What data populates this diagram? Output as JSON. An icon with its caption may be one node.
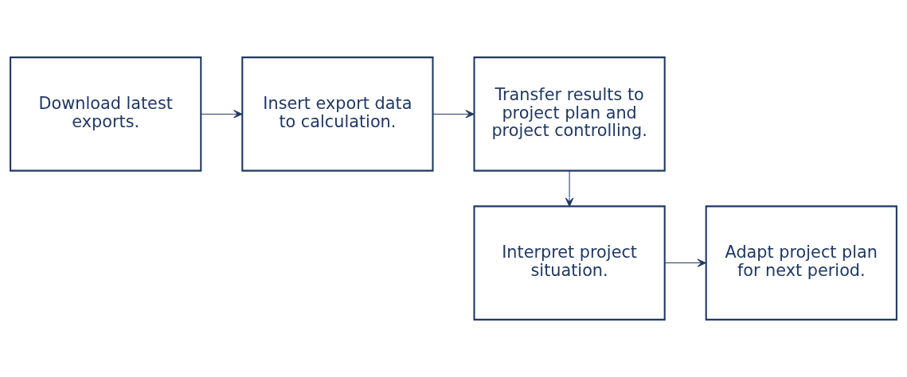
{
  "diagram": {
    "nodes": [
      {
        "text": [
          "Download latest exports."
        ]
      },
      {
        "text": [
          "Insert export data to calculation."
        ]
      },
      {
        "text": [
          "Transfer results to project plan and project controlling."
        ]
      },
      {
        "text": [
          "Interpret project situation."
        ]
      },
      {
        "text": [
          "Adapt project plan for next period."
        ]
      }
    ],
    "edges": [
      {
        "from": 0,
        "to": 1,
        "arrow": "to"
      },
      {
        "from": 1,
        "to": 2,
        "arrow": "to"
      },
      {
        "from": 2,
        "to": 3,
        "arrow": "to"
      },
      {
        "from": 3,
        "to": 4,
        "arrow": "to"
      }
    ]
  }
}
